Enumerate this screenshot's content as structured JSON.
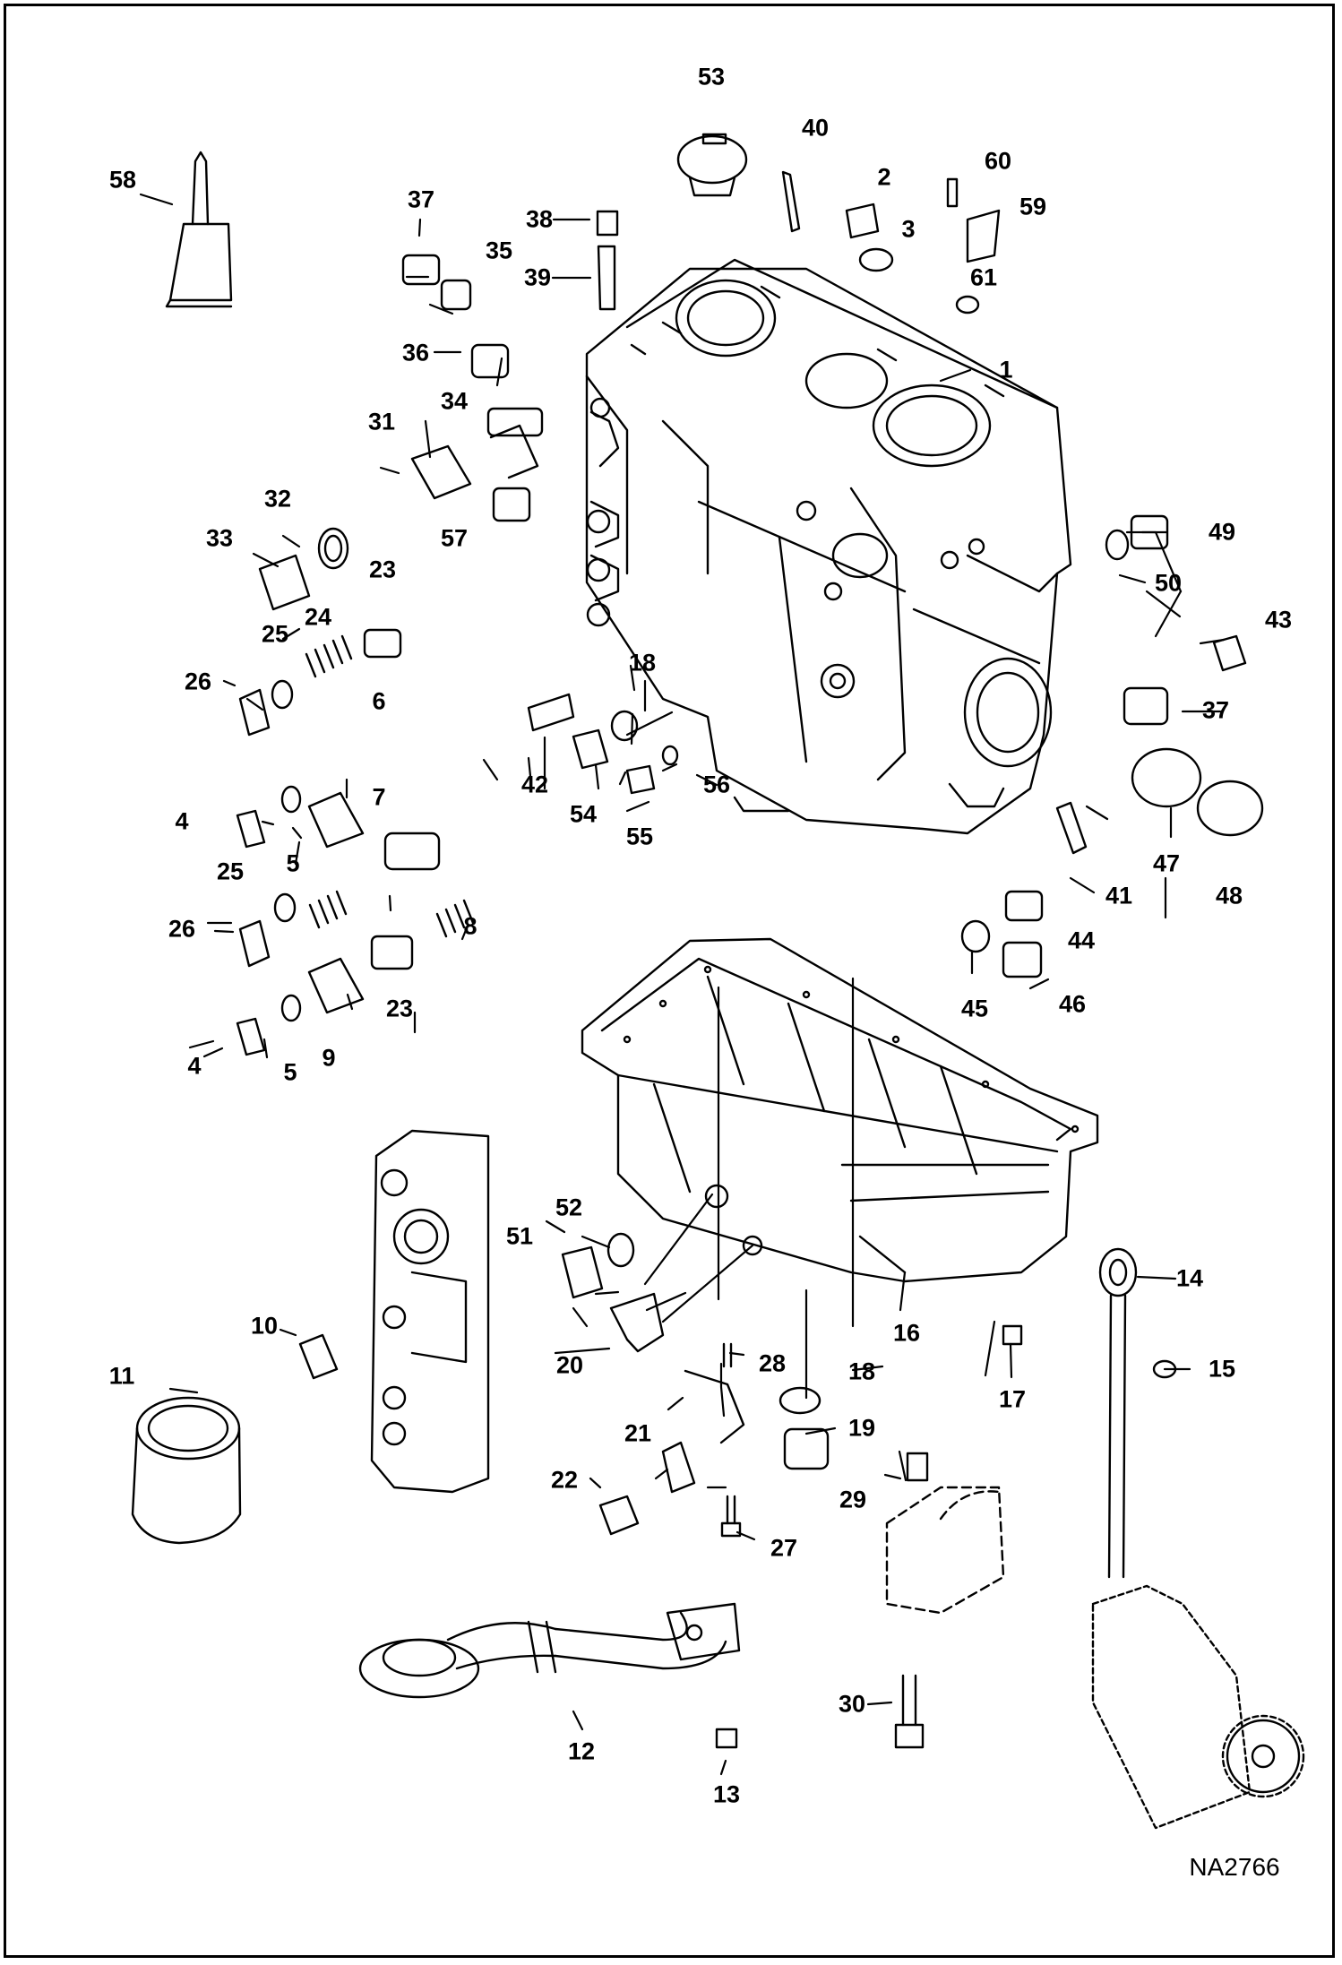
{
  "drawing_code": "NA2766",
  "callouts": [
    "1",
    "2",
    "3",
    "4",
    "5",
    "6",
    "7",
    "8",
    "9",
    "10",
    "11",
    "12",
    "13",
    "14",
    "15",
    "16",
    "17",
    "18",
    "19",
    "20",
    "21",
    "22",
    "23",
    "24",
    "25",
    "26",
    "27",
    "28",
    "29",
    "30",
    "31",
    "32",
    "33",
    "34",
    "35",
    "36",
    "37",
    "38",
    "39",
    "40",
    "41",
    "42",
    "43",
    "44",
    "45",
    "46",
    "47",
    "48",
    "49",
    "50",
    "51",
    "52",
    "53",
    "54",
    "55",
    "56",
    "57",
    "58",
    "59",
    "60",
    "61"
  ]
}
